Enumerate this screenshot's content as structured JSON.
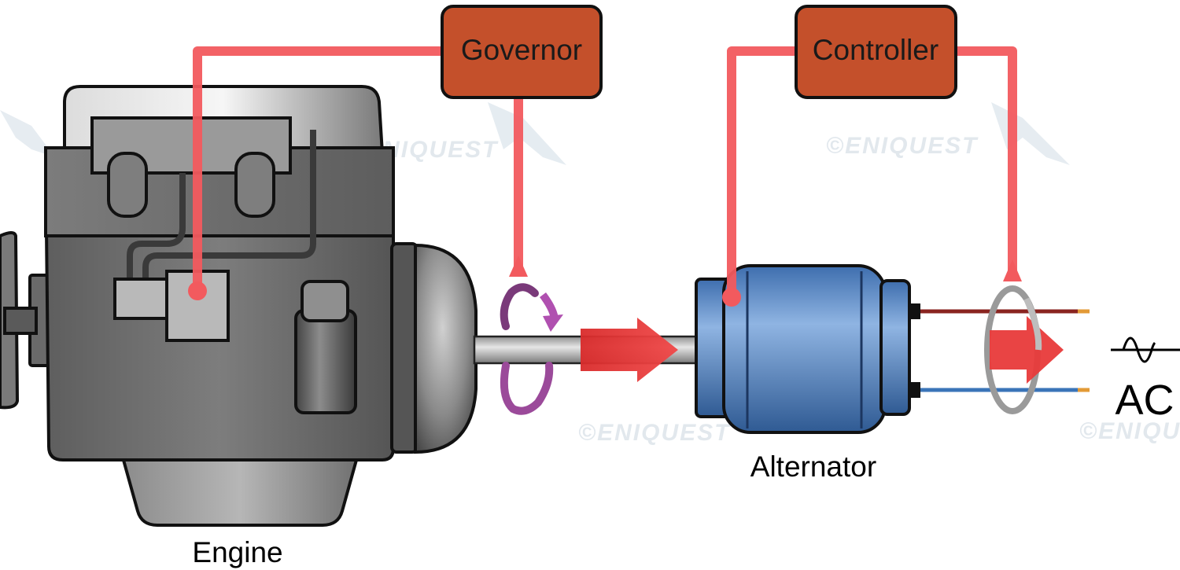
{
  "labels": {
    "governor": "Governor",
    "controller": "Controller",
    "engine": "Engine",
    "alternator": "Alternator",
    "ac": "AC"
  },
  "watermark": {
    "text": "©ENIQUEST"
  },
  "colors": {
    "signal_line": "#f25a5e",
    "control_box": "#c4502b",
    "alternator_body": "#4d7fc0",
    "engine_body": "#6e6e6e",
    "rotation_arrow": "#9b4a9a",
    "flow_arrow": "#e83a3a",
    "wire_positive": "#8a2420",
    "wire_negative": "#3a74b8"
  },
  "icons": {
    "ac_symbol": "sine-wave-icon",
    "rotation": "rotation-arrow-icon",
    "flow": "power-flow-arrow-icon"
  }
}
